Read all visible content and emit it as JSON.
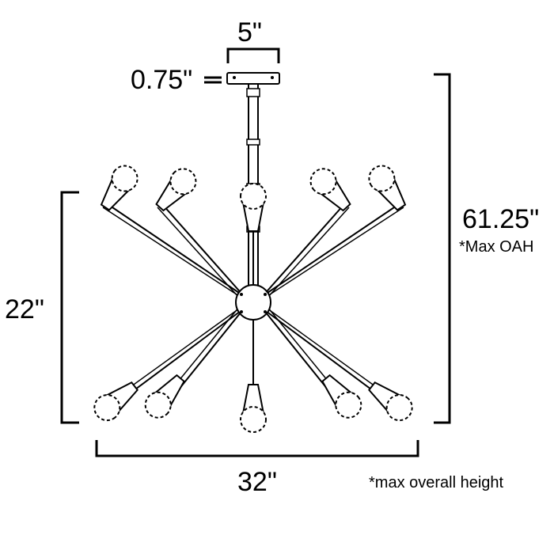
{
  "dimensions": {
    "canopy_width": "5\"",
    "canopy_height": "0.75\"",
    "overall_height": "61.25\"",
    "overall_height_note": "*Max OAH",
    "body_height": "22\"",
    "body_width": "32\""
  },
  "footnote": "*max overall height"
}
